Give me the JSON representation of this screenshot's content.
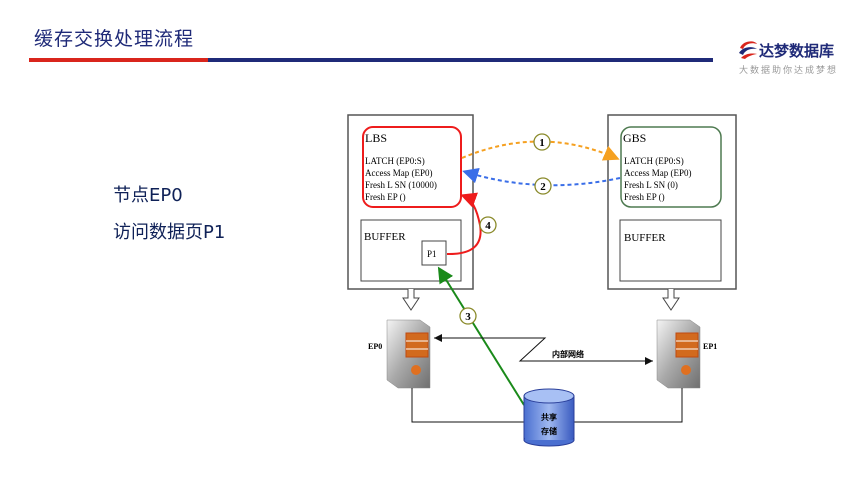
{
  "header": {
    "title": "缓存交换处理流程",
    "logo_name": "达梦数据库",
    "logo_slogan": "大数据助你达成梦想",
    "accent_red": "#d9251c",
    "accent_blue": "#1f2a78"
  },
  "side": {
    "line1": "节点EP0",
    "line2": "访问数据页P1"
  },
  "diagram": {
    "left_node": {
      "lbs_title": "LBS",
      "lines": [
        "LATCH (EP0:S)",
        "Access Map (EP0)",
        "Fresh L SN (10000)",
        "Fresh EP ()"
      ],
      "buffer_label": "BUFFER",
      "page_label": "P1",
      "server_label": "EP0",
      "border_color": "#ee1c1c"
    },
    "right_node": {
      "gbs_title": "GBS",
      "lines": [
        "LATCH (EP0:S)",
        "Access Map (EP0)",
        "Fresh L SN (0)",
        "Fresh EP ()"
      ],
      "buffer_label": "BUFFER",
      "server_label": "EP1",
      "border_color": "#4e7a50"
    },
    "steps": [
      "1",
      "2",
      "3",
      "4"
    ],
    "network_label": "内部网络",
    "storage_line1": "共享",
    "storage_line2": "存储",
    "colors": {
      "step1": "#f5a020",
      "step2": "#3a6ee8",
      "step3": "#1a8a1a",
      "step4": "#ee1c1c"
    }
  }
}
